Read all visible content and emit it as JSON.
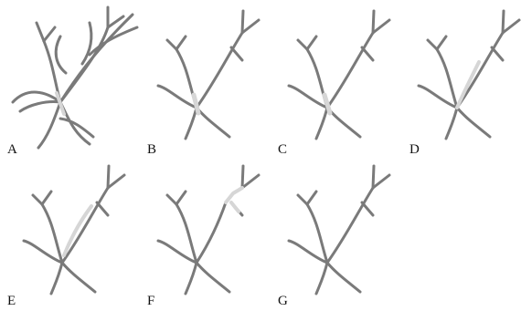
{
  "figure": {
    "panels": [
      {
        "id": "A",
        "label": "A",
        "variant": "overlap"
      },
      {
        "id": "B",
        "label": "B",
        "variant": "junction-highlight"
      },
      {
        "id": "C",
        "label": "C",
        "variant": "junction-highlight"
      },
      {
        "id": "D",
        "label": "D",
        "variant": "branch-highlight"
      },
      {
        "id": "E",
        "label": "E",
        "variant": "long-highlight"
      },
      {
        "id": "F",
        "label": "F",
        "variant": "tip-highlight"
      },
      {
        "id": "G",
        "label": "G",
        "variant": "plain"
      }
    ],
    "colors": {
      "branch": "#7a7a7a",
      "highlight": "#d6d6d6",
      "label": "#111111",
      "background": "#ffffff"
    }
  }
}
